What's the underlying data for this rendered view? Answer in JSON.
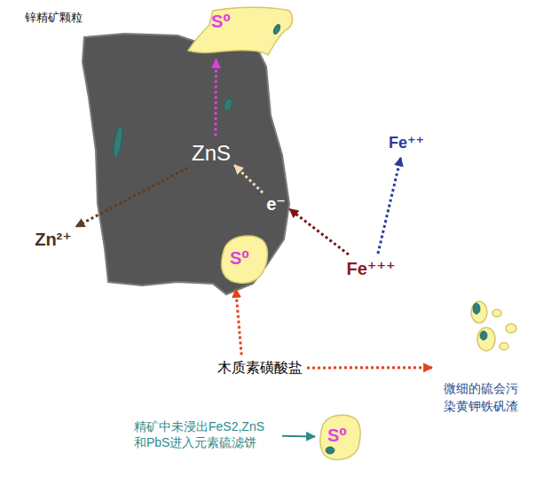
{
  "diagram": {
    "nodes": [
      {
        "text": [
          "锌精矿颗粒"
        ]
      },
      {
        "text": [
          "S⁰"
        ],
        "in": 0
      },
      {
        "text": [
          "ZnS"
        ],
        "in": 0
      },
      {
        "text": [
          "e⁻"
        ],
        "in": 0
      },
      {
        "text": [
          "S⁰"
        ],
        "in": 0
      },
      {
        "text": [
          "Zn²⁺"
        ]
      },
      {
        "text": [
          "Fe⁺⁺⁺"
        ]
      },
      {
        "text": [
          "Fe⁺⁺"
        ]
      },
      {
        "text": [
          "木质素磺酸盐"
        ]
      },
      {
        "text": [
          "微细的硫会污 染黄钾铁矾渣"
        ]
      },
      {
        "text": [
          "精矿中未浸出FeS2,ZnS 和PbS进入元素硫滤饼"
        ]
      },
      {
        "text": [
          "S⁰"
        ]
      }
    ],
    "edges": [
      {
        "from": 2,
        "to": 1,
        "arrow": "to"
      },
      {
        "from": 2,
        "to": 5,
        "arrow": "to"
      },
      {
        "from": 3,
        "to": 2,
        "arrow": "to"
      },
      {
        "from": 6,
        "to": 3,
        "arrow": "to"
      },
      {
        "from": 6,
        "to": 7,
        "arrow": "to"
      },
      {
        "from": 8,
        "to": 4,
        "arrow": "to"
      },
      {
        "from": 8,
        "to": 9,
        "arrow": "to"
      },
      {
        "from": 10,
        "to": 11,
        "arrow": "to"
      }
    ]
  }
}
